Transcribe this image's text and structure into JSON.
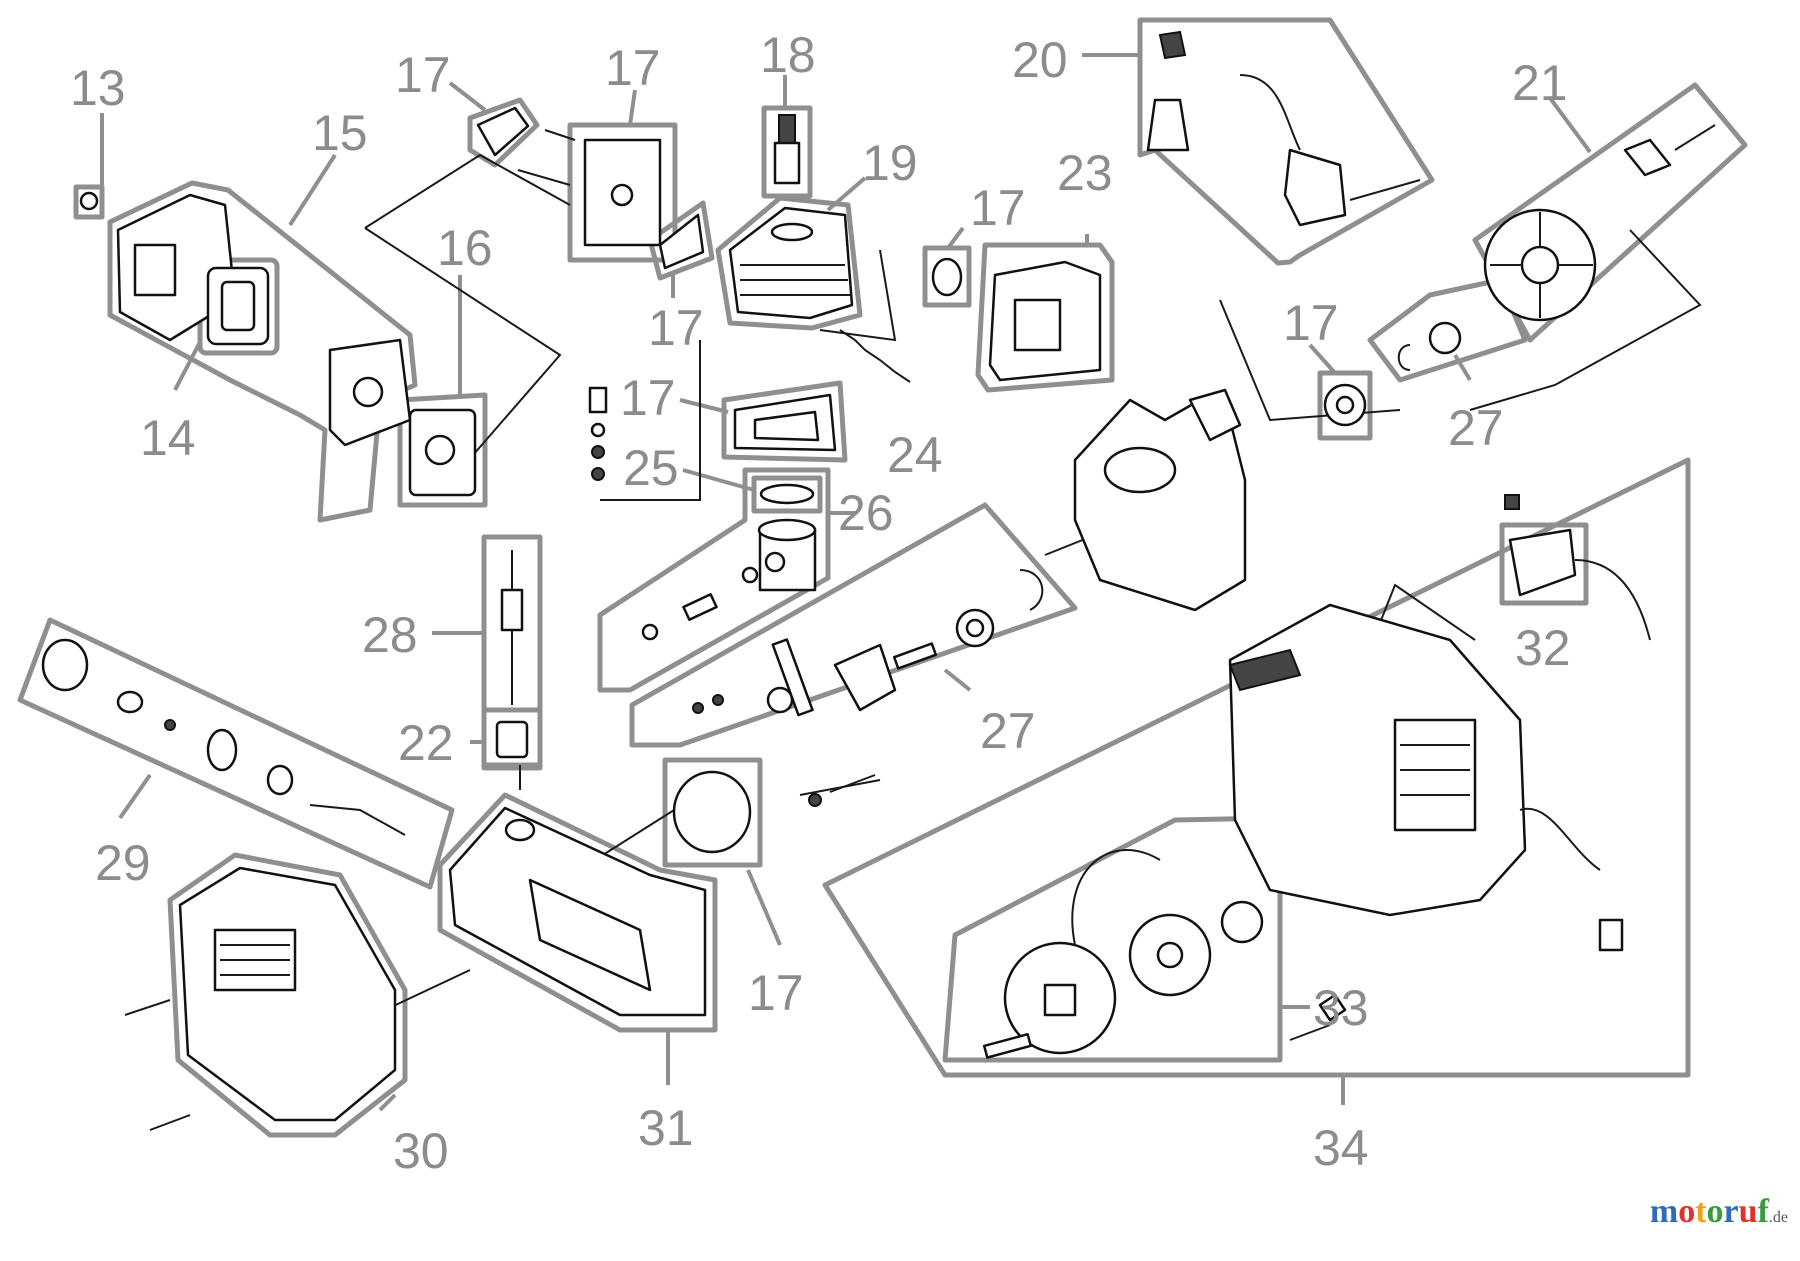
{
  "labels": {
    "l13": "13",
    "l14": "14",
    "l15": "15",
    "l16": "16",
    "l17a": "17",
    "l17b": "17",
    "l17c": "17",
    "l17d": "17",
    "l17e": "17",
    "l17f": "17",
    "l17g": "17",
    "l18": "18",
    "l19": "19",
    "l20": "20",
    "l21": "21",
    "l22": "22",
    "l23": "23",
    "l24": "24",
    "l25": "25",
    "l26": "26",
    "l27a": "27",
    "l27b": "27",
    "l28": "28",
    "l29": "29",
    "l30": "30",
    "l31": "31",
    "l32": "32",
    "l33": "33",
    "l34": "34"
  },
  "watermark": {
    "letters": [
      "m",
      "o",
      "t",
      "o",
      "r",
      "u",
      "f"
    ],
    "colors": [
      "#2e6db5",
      "#e0312b",
      "#f3a21b",
      "#3a9b3a",
      "#2e6db5",
      "#e0312b",
      "#3a9b3a"
    ],
    "tld": ".de"
  }
}
